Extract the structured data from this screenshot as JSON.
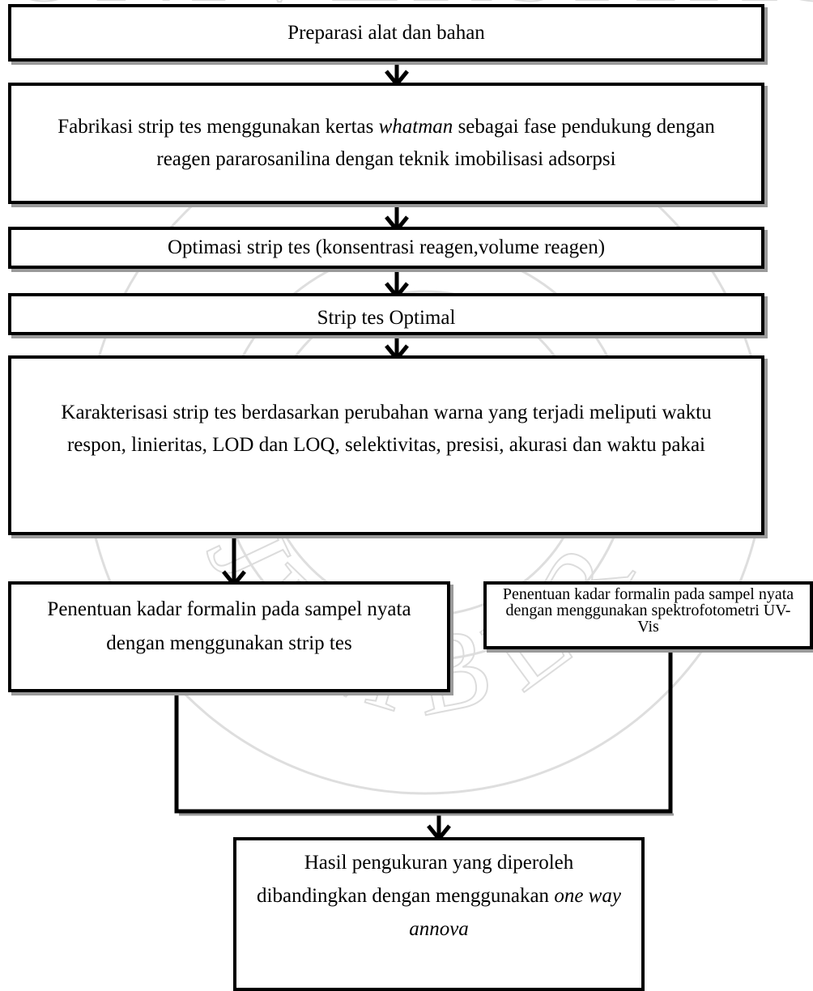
{
  "steps": [
    {
      "parts": [
        {
          "t": "Preparasi alat dan bahan"
        }
      ]
    },
    {
      "parts": [
        {
          "t": "Fabrikasi strip tes menggunakan kertas "
        },
        {
          "t": "whatman",
          "i": true
        },
        {
          "t": " sebagai fase pendukung dengan reagen pararosanilina dengan teknik imobilisasi adsorpsi"
        }
      ]
    },
    {
      "parts": [
        {
          "t": "Optimasi strip tes (konsentrasi reagen,volume reagen)"
        }
      ]
    },
    {
      "parts": [
        {
          "t": "Strip tes Optimal"
        }
      ]
    },
    {
      "parts": [
        {
          "t": "Karakterisasi strip tes berdasarkan perubahan warna yang terjadi meliputi waktu respon, linieritas, LOD dan LOQ, selektivitas, presisi, akurasi dan waktu pakai"
        }
      ]
    },
    {
      "parts": [
        {
          "t": "Penentuan kadar formalin pada sampel nyata dengan menggunakan strip tes"
        }
      ]
    },
    {
      "parts": [
        {
          "t": "Penentuan kadar formalin pada sampel nyata dengan menggunakan spektrofotometri UV-Vis"
        }
      ]
    },
    {
      "parts": [
        {
          "t": "Hasil pengukuran yang diperoleh dibandingkan dengan menggunakan "
        },
        {
          "t": "one way annova",
          "i": true
        }
      ]
    }
  ],
  "watermark": {
    "top_text": "UNIVERSITAS",
    "bottom_text": "JEMBER",
    "color": "#d7d7d7"
  },
  "colors": {
    "line": "#000000",
    "shadow": "#9a9a9a",
    "background": "#ffffff"
  }
}
